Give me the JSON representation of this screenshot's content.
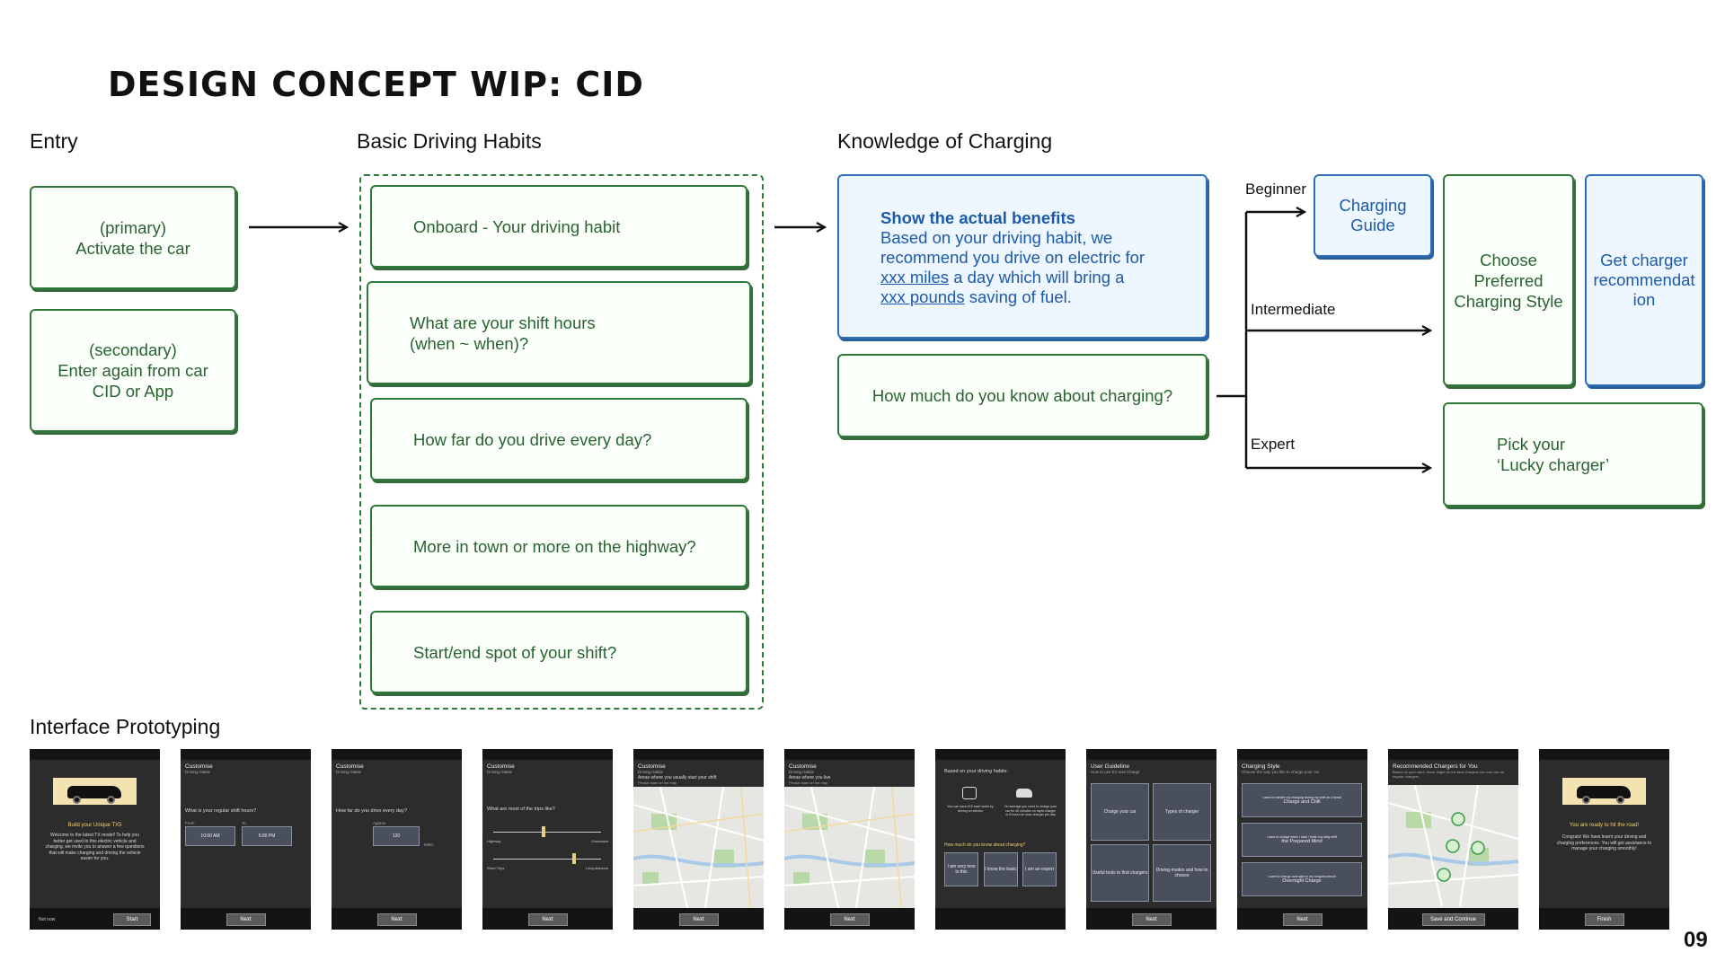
{
  "title": "DESIGN CONCEPT WIP: CID",
  "page_number": "09",
  "sections": {
    "entry": "Entry",
    "habits": "Basic Driving Habits",
    "knowledge": "Knowledge of Charging",
    "prototyping": "Interface Prototyping"
  },
  "entry": {
    "primary": "(primary)\nActivate the car",
    "secondary": "(secondary)\nEnter again from car\nCID or App"
  },
  "habits": [
    "Onboard - Your driving habit",
    "What are your shift hours\n(when ~ when)?",
    "How far do you drive every day?",
    "More in town or more on the highway?",
    "Start/end spot of your shift?"
  ],
  "knowledge": {
    "benefit_title": "Show the actual benefits",
    "benefit_l1": "Based on your driving habit, we",
    "benefit_l2": "recommend you drive on electric for",
    "benefit_l3a": "xxx miles",
    "benefit_l3b": " a day which will bring a",
    "benefit_l4a": "xxx pounds",
    "benefit_l4b": " saving of fuel.",
    "question": "How much do you know about charging?"
  },
  "levels": {
    "beginner": "Beginner",
    "intermediate": "Intermediate",
    "expert": "Expert"
  },
  "outcomes": {
    "guide": "Charging\nGuide",
    "style": "Choose\nPreferred\nCharging Style",
    "recommend": "Get charger\nrecommendat\nion",
    "lucky": "Pick your\n‘Lucky charger’"
  },
  "screens": {
    "s1": {
      "heading": "Build your Unique TX5",
      "body": "Welcome to the latest TX model! To help you better get used to this electric vehicle and charging, we invite you to answer a few questions that will make charging and driving the vehicle easier for you.",
      "skip": "Not now",
      "button": "Start"
    },
    "s2": {
      "title": "Customise",
      "sub": "Driving Habits",
      "q": "What is your regular shift hours?",
      "from_label": "From",
      "to_label": "To",
      "from": "10:00 AM",
      "to": "5:00 PM",
      "button": "Next"
    },
    "s3": {
      "title": "Customise",
      "sub": "Driving Habits",
      "q": "How far do you drive every day?",
      "approx": "Approx",
      "value": "120",
      "unit": "Miles",
      "button": "Next"
    },
    "s4": {
      "title": "Customise",
      "sub": "Driving Habits",
      "q": "What are most of the trips like?",
      "a1": "Highway",
      "a2": "Downtown",
      "b1": "Short Trips",
      "b2": "Long-distance",
      "button": "Next"
    },
    "s5": {
      "title": "Customise",
      "sub": "Driving Habits",
      "q": "Areas where you usually start your shift",
      "hint": "Please draw on the map",
      "button": "Next"
    },
    "s6": {
      "title": "Customise",
      "sub": "Driving Habits",
      "q": "Areas where you live",
      "hint": "Please draw on the map",
      "button": "Next"
    },
    "s7": {
      "title": "Based on your driving habits:",
      "c1": "You can save £10 each week by driving on electric",
      "c2": "On average you need to charge your car for 40 minutes on rapid charger or 8 hours on slow charger per day",
      "q": "How much do you know about charging?",
      "o1": "I am very new to this",
      "o2": "I know the basic",
      "o3": "I am an expert"
    },
    "s8": {
      "title": "User Guideline",
      "sub": "How to use EV and Charge",
      "t1": "Charge your car",
      "t2": "Types of charger",
      "t3": "Useful tools to find chargers",
      "t4": "Driving modes and how to choose",
      "button": "Next"
    },
    "s9": {
      "title": "Charging Style",
      "sub": "Choose the way you like to charge your car",
      "o1a": "I want to handle my charging during my shift as a break",
      "o1b": "Charge and Chill",
      "o2a": "I want to charge when I start / finish my daily shift",
      "o2b": "the Prepared Mind",
      "o3a": "I want to charge overnight in my neighbourhood",
      "o3b": "Overnight Charge",
      "button": "Next"
    },
    "s10": {
      "title": "Recommended Chargers for You",
      "sub": "Based on your input, these might be the best chargers you can use as regular chargers.",
      "button": "Save and Continue"
    },
    "s11": {
      "heading": "You are ready to hit the road!",
      "body": "Congrats! We have learnt your driving and charging preferences. You will get assistance to manage your charging smoothly!",
      "button": "Finish"
    }
  },
  "colors": {
    "green": "#2f7a3a",
    "blue": "#2f6fb7",
    "screen": "#2c2c2c"
  }
}
